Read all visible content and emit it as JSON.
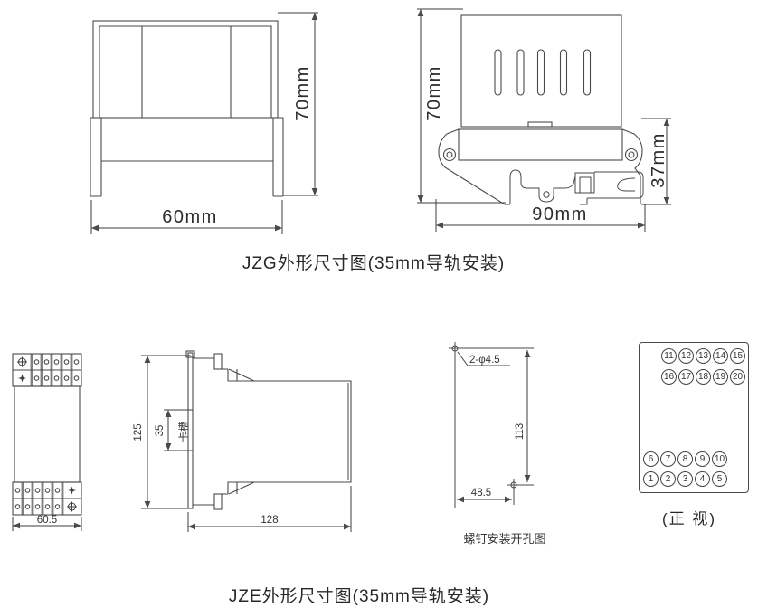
{
  "style": {
    "background": "#ffffff",
    "line_color": "#4a4a4a",
    "text_color": "#2d2d2d"
  },
  "jzg": {
    "caption": "JZG外形尺寸图(35mm导轨安装)",
    "front": {
      "height_label": "70mm",
      "width_label": "60mm"
    },
    "side": {
      "height_label": "70mm",
      "rail_height_label": "37mm",
      "width_label": "90mm"
    }
  },
  "jze": {
    "caption": "JZE外形尺寸图(35mm导轨安装)",
    "front": {
      "width_label": "60.5"
    },
    "side": {
      "height_label": "125",
      "slot_height_label": "35",
      "slot_name": "卡槽",
      "depth_label": "128"
    },
    "drill": {
      "caption": "螺钉安装开孔图",
      "holes_label": "2-φ4.5",
      "vertical_label": "113",
      "horizontal_label": "48.5"
    },
    "terminal_panel": {
      "caption": "(正 视)",
      "rows": [
        [
          "11",
          "12",
          "13",
          "14",
          "15"
        ],
        [
          "16",
          "17",
          "18",
          "19",
          "20"
        ],
        [
          "6",
          "7",
          "8",
          "9",
          "10"
        ],
        [
          "1",
          "2",
          "3",
          "4",
          "5"
        ]
      ]
    }
  }
}
